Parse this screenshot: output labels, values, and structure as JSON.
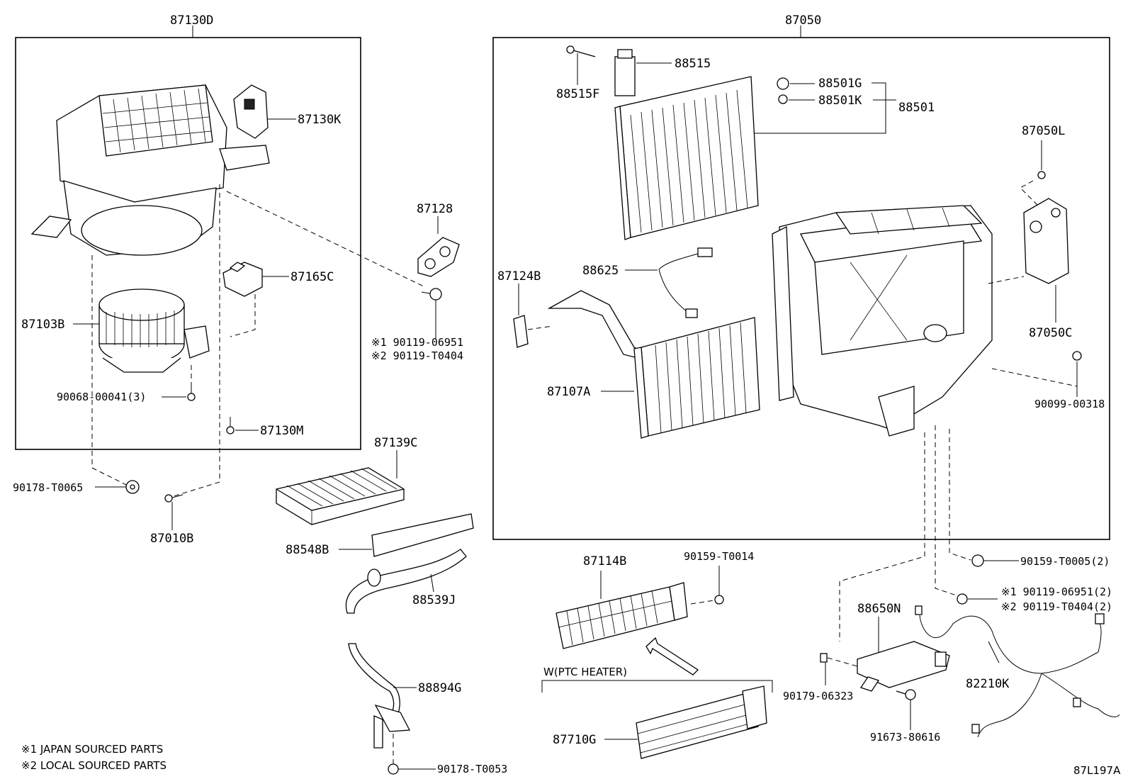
{
  "groups": {
    "blower_assembly": "87130D",
    "heater_unit": "87050"
  },
  "parts": {
    "p87130K": "87130K",
    "p87165C": "87165C",
    "p87103B": "87103B",
    "p90068": "90068-00041(3)",
    "p87130M": "87130M",
    "p90178_T0065": "90178-T0065",
    "p87010B": "87010B",
    "p87128": "87128",
    "p90119_a": "※1 90119-06951",
    "p90119_b": "※2 90119-T0404",
    "p87139C": "87139C",
    "p88548B": "88548B",
    "p88539J": "88539J",
    "p88894G": "88894G",
    "p90178_T0053": "90178-T0053",
    "p88515": "88515",
    "p88515F": "88515F",
    "p88501G": "88501G",
    "p88501K": "88501K",
    "p88501": "88501",
    "p87050L": "87050L",
    "p87050C": "87050C",
    "p90099": "90099-00318",
    "p88625": "88625",
    "p87124B": "87124B",
    "p87107A": "87107A",
    "p87114B": "87114B",
    "p90159_T0014": "90159-T0014",
    "p90159_T0005": "90159-T0005(2)",
    "p90119_c": "※1 90119-06951(2)",
    "p90119_d": "※2 90119-T0404(2)",
    "p88650N": "88650N",
    "p82210K": "82210K",
    "p90179": "90179-06323",
    "p91673": "91673-80616",
    "p87710G": "87710G"
  },
  "ptc_heater_label": "W(PTC HEATER)",
  "notes": {
    "note1": "※1 JAPAN SOURCED PARTS",
    "note2": "※2 LOCAL SOURCED PARTS"
  },
  "figure_id": "87L197A"
}
